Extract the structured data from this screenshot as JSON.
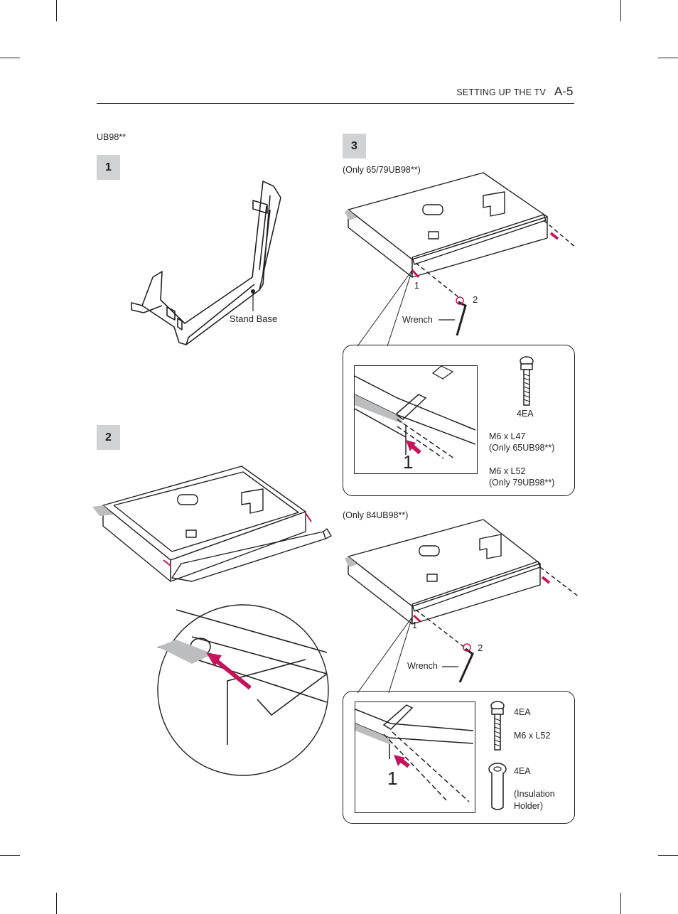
{
  "header": {
    "section": "SETTING UP THE TV",
    "page": "A-5"
  },
  "model": "UB98**",
  "steps": {
    "s1": "1",
    "s2": "2",
    "s3": "3"
  },
  "step1": {
    "stand_label": "Stand Base"
  },
  "step3": {
    "variant_a": {
      "note": "(Only 65/79UB98**)",
      "callout_1": "1",
      "callout_2": "2",
      "wrench": "Wrench",
      "detail_marker": "1",
      "qty": "4EA",
      "spec_a_line1": "M6 x L47",
      "spec_a_line2": "(Only 65UB98**)",
      "spec_b_line1": "M6 x L52",
      "spec_b_line2": "(Only 79UB98**)"
    },
    "variant_b": {
      "note": "(Only 84UB98**)",
      "callout_1": "1",
      "callout_2": "2",
      "wrench": "Wrench",
      "detail_marker": "1",
      "screw_qty": "4EA",
      "screw_spec": "M6 x L52",
      "holder_qty": "4EA",
      "holder_line1": "(Insulation",
      "holder_line2": "Holder)"
    }
  },
  "colors": {
    "accent_arrow": "#c4145a",
    "step_box": "#d1d2d3",
    "ink": "#231f20"
  }
}
